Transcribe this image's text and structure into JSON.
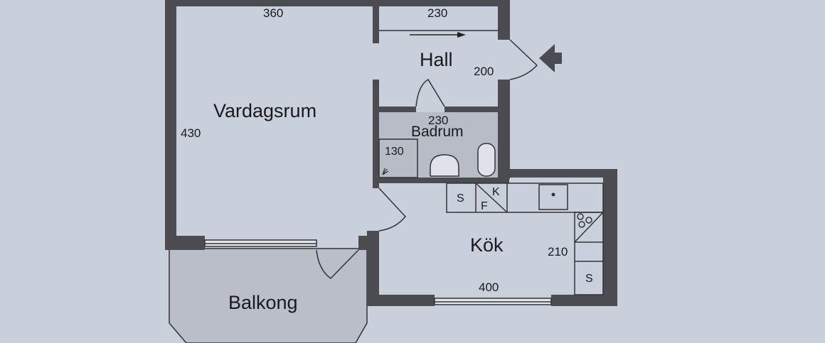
{
  "rooms": {
    "vardagsrum": {
      "label": "Vardagsrum",
      "width_dim": "360",
      "height_dim": "430"
    },
    "hall": {
      "label": "Hall",
      "width_dim": "230",
      "height_dim": "200"
    },
    "badrum": {
      "label": "Badrum",
      "width_dim": "230",
      "shower_dim": "130"
    },
    "kok": {
      "label": "Kök",
      "width_dim": "400",
      "height_dim": "210"
    },
    "balkong": {
      "label": "Balkong"
    }
  },
  "fixtures": {
    "storage_1": "S",
    "fridge_freezer_k": "K",
    "fridge_freezer_f": "F",
    "storage_2": "S"
  },
  "colors": {
    "wall": "#4a4c52",
    "paper": "#c9d0dc",
    "wet_area": "#b7bcc6"
  }
}
